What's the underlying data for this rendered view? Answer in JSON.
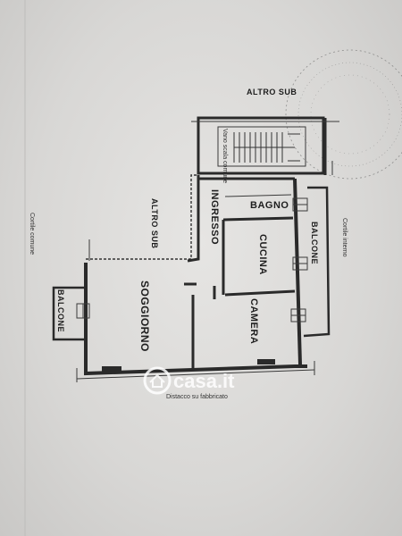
{
  "rooms": {
    "bagno": "BAGNO",
    "ingresso": "INGRESSO",
    "cucina": "CUCINA",
    "soggiorno": "SOGGIORNO",
    "camera": "CAMERA",
    "balcone_right": "BALCONE",
    "balcone_left": "BALCONE"
  },
  "annotations": {
    "altro_sub_top": "ALTRO SUB",
    "altro_sub_left": "ALTRO SUB",
    "vano_scala": "Vano scala comune",
    "cortile_comune": "Cortile comune",
    "cortile_interno": "Cortile interno",
    "distacco": "Distacco su fabbricato"
  },
  "watermark": {
    "text": "casa.it"
  },
  "colors": {
    "paper": "#d9d8d6",
    "ink": "#2a2a2a",
    "watermark": "#ffffff"
  }
}
